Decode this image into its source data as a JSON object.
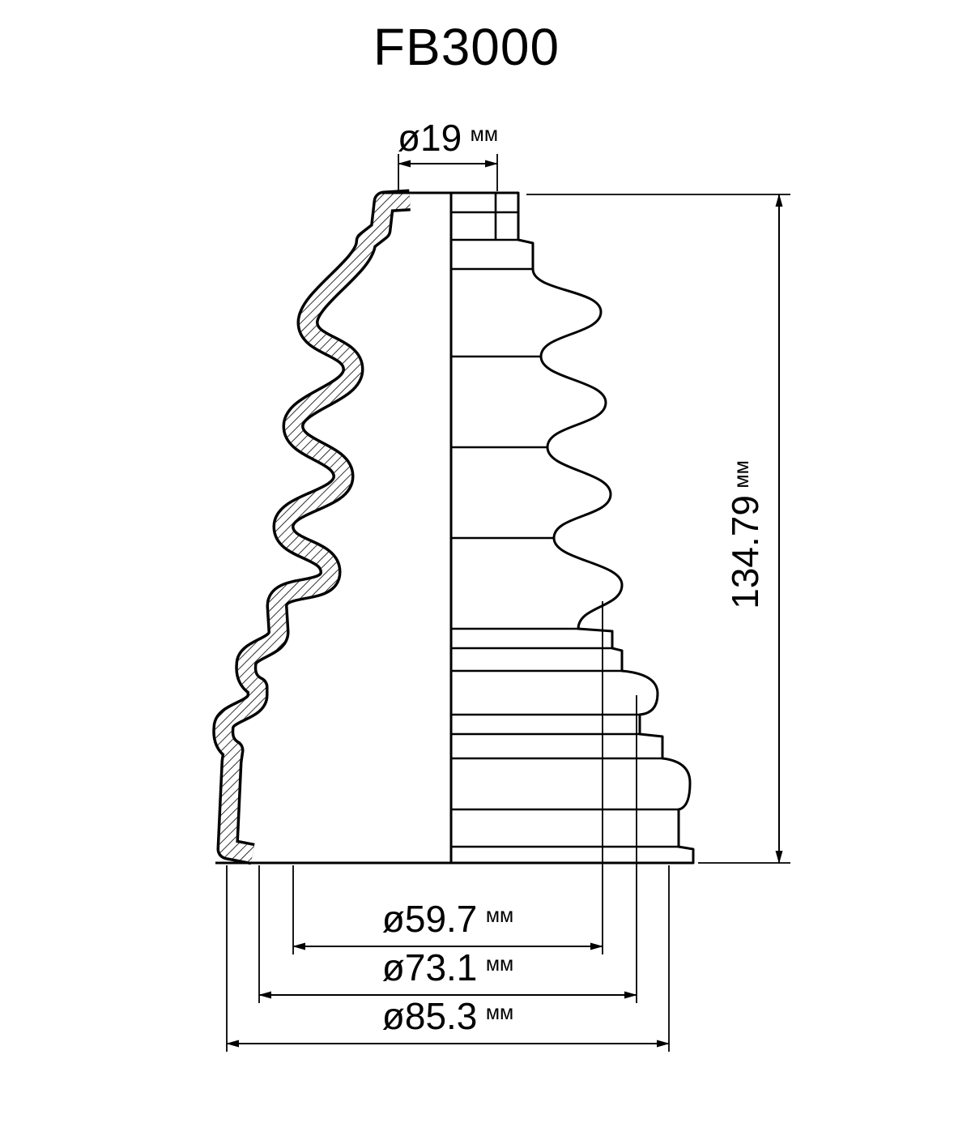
{
  "title": "FB3000",
  "dimensions": {
    "inner_top_diameter": {
      "value": "ø19",
      "unit": "мм"
    },
    "height": {
      "value": "134.79",
      "unit": "мм"
    },
    "diameter_1": {
      "value": "ø59.7",
      "unit": "мм"
    },
    "diameter_2": {
      "value": "ø73.1",
      "unit": "мм"
    },
    "diameter_3": {
      "value": "ø85.3",
      "unit": "мм"
    }
  },
  "colors": {
    "line": "#000000",
    "background": "#ffffff"
  }
}
